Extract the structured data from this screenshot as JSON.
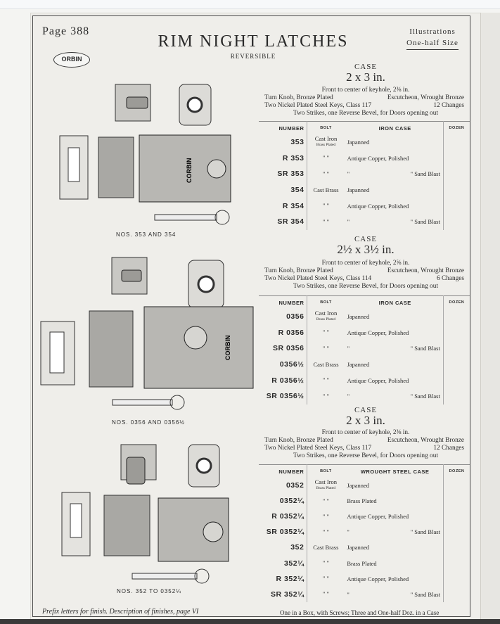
{
  "page": {
    "number": "Page 388",
    "title": "RIM NIGHT LATCHES",
    "subtitle": "REVERSIBLE",
    "illus_line1": "Illustrations",
    "illus_line2": "One-half Size",
    "logo": "ORBIN"
  },
  "sections": [
    {
      "case_label": "CASE",
      "case_size": "2 x 3 in.",
      "front_note": "Front to center of keyhole, 2⅜ in.",
      "spec_l1": "Turn Knob, Bronze Plated",
      "spec_r1": "Escutcheon, Wrought Bronze",
      "spec_l2": "Two Nickel Plated Steel Keys, Class 117",
      "spec_r2": "12 Changes",
      "strikes": "Two Strikes, one Reverse Bevel, for Doors opening out",
      "headers": {
        "number": "NUMBER",
        "bolt": "BOLT",
        "case": "IRON CASE",
        "dozen": "DOZEN"
      },
      "rows": [
        {
          "num": "353",
          "bolt": "Cast Iron",
          "bolt_sub": "Brass Plated",
          "fin": "Japanned",
          "fin2": ""
        },
        {
          "num": "R 353",
          "bolt": "\"   \"",
          "bolt_sub": "",
          "fin": "Antique Copper, Polished",
          "fin2": ""
        },
        {
          "num": "SR 353",
          "bolt": "\"   \"",
          "bolt_sub": "",
          "fin": "\"",
          "fin2": "\"   Sand Blast"
        },
        {
          "num": "354",
          "bolt": "Cast Brass",
          "bolt_sub": "",
          "fin": "Japanned",
          "fin2": ""
        },
        {
          "num": "R 354",
          "bolt": "\"   \"",
          "bolt_sub": "",
          "fin": "Antique Copper, Polished",
          "fin2": ""
        },
        {
          "num": "SR 354",
          "bolt": "\"   \"",
          "bolt_sub": "",
          "fin": "\"",
          "fin2": "\"   Sand Blast"
        }
      ],
      "caption": "NOS. 353 AND 354"
    },
    {
      "case_label": "CASE",
      "case_size": "2½ x 3½ in.",
      "front_note": "Front to center of keyhole, 2⅝ in.",
      "spec_l1": "Turn Knob, Bronze Plated",
      "spec_r1": "Escutcheon, Wrought Bronze",
      "spec_l2": "Two Nickel Plated Steel Keys, Class 114",
      "spec_r2": "6 Changes",
      "strikes": "Two Strikes, one Reverse Bevel, for Doors opening out",
      "headers": {
        "number": "NUMBER",
        "bolt": "BOLT",
        "case": "IRON CASE",
        "dozen": "DOZEN"
      },
      "rows": [
        {
          "num": "0356",
          "bolt": "Cast Iron",
          "bolt_sub": "Brass Plated",
          "fin": "Japanned",
          "fin2": ""
        },
        {
          "num": "R 0356",
          "bolt": "\"   \"",
          "bolt_sub": "",
          "fin": "Antique Copper, Polished",
          "fin2": ""
        },
        {
          "num": "SR 0356",
          "bolt": "\"   \"",
          "bolt_sub": "",
          "fin": "\"",
          "fin2": "\"   Sand Blast"
        },
        {
          "num": "0356½",
          "bolt": "Cast Brass",
          "bolt_sub": "",
          "fin": "Japanned",
          "fin2": ""
        },
        {
          "num": "R 0356½",
          "bolt": "\"   \"",
          "bolt_sub": "",
          "fin": "Antique Copper, Polished",
          "fin2": ""
        },
        {
          "num": "SR 0356½",
          "bolt": "\"   \"",
          "bolt_sub": "",
          "fin": "\"",
          "fin2": "\"   Sand Blast"
        }
      ],
      "caption": "NOS. 0356 AND 0356½"
    },
    {
      "case_label": "CASE",
      "case_size": "2 x 3 in.",
      "front_note": "Front to center of keyhole, 2⅜ in.",
      "spec_l1": "Turn Knob, Bronze Plated",
      "spec_r1": "Escutcheon, Wrought Bronze",
      "spec_l2": "Two Nickel Plated Steel Keys, Class 117",
      "spec_r2": "12 Changes",
      "strikes": "Two Strikes, one Reverse Bevel, for Doors opening out",
      "headers": {
        "number": "NUMBER",
        "bolt": "BOLT",
        "case": "WROUGHT STEEL CASE",
        "dozen": "DOZEN"
      },
      "rows": [
        {
          "num": "0352",
          "bolt": "Cast Iron",
          "bolt_sub": "Brass Plated",
          "fin": "Japanned",
          "fin2": ""
        },
        {
          "num": "0352¼",
          "bolt": "\"   \"",
          "bolt_sub": "",
          "fin": "Brass Plated",
          "fin2": ""
        },
        {
          "num": "R 0352¼",
          "bolt": "\"   \"",
          "bolt_sub": "",
          "fin": "Antique Copper, Polished",
          "fin2": ""
        },
        {
          "num": "SR 0352¼",
          "bolt": "\"   \"",
          "bolt_sub": "",
          "fin": "\"",
          "fin2": "\"   Sand Blast"
        },
        {
          "num": "352",
          "bolt": "Cast Brass",
          "bolt_sub": "",
          "fin": "Japanned",
          "fin2": ""
        },
        {
          "num": "352¼",
          "bolt": "\"   \"",
          "bolt_sub": "",
          "fin": "Brass Plated",
          "fin2": ""
        },
        {
          "num": "R 352¼",
          "bolt": "\"   \"",
          "bolt_sub": "",
          "fin": "Antique Copper, Polished",
          "fin2": ""
        },
        {
          "num": "SR 352¼",
          "bolt": "\"   \"",
          "bolt_sub": "",
          "fin": "\"",
          "fin2": "\"   Sand Blast"
        }
      ],
      "caption": "NOS. 352 TO 0352¼"
    }
  ],
  "footer": {
    "left": "Prefix letters for finish.   Description of finishes, page VI",
    "right": "One in a Box, with Screws;  Three and One-half Doz. in a Case"
  },
  "latch_brand": "CORBIN"
}
